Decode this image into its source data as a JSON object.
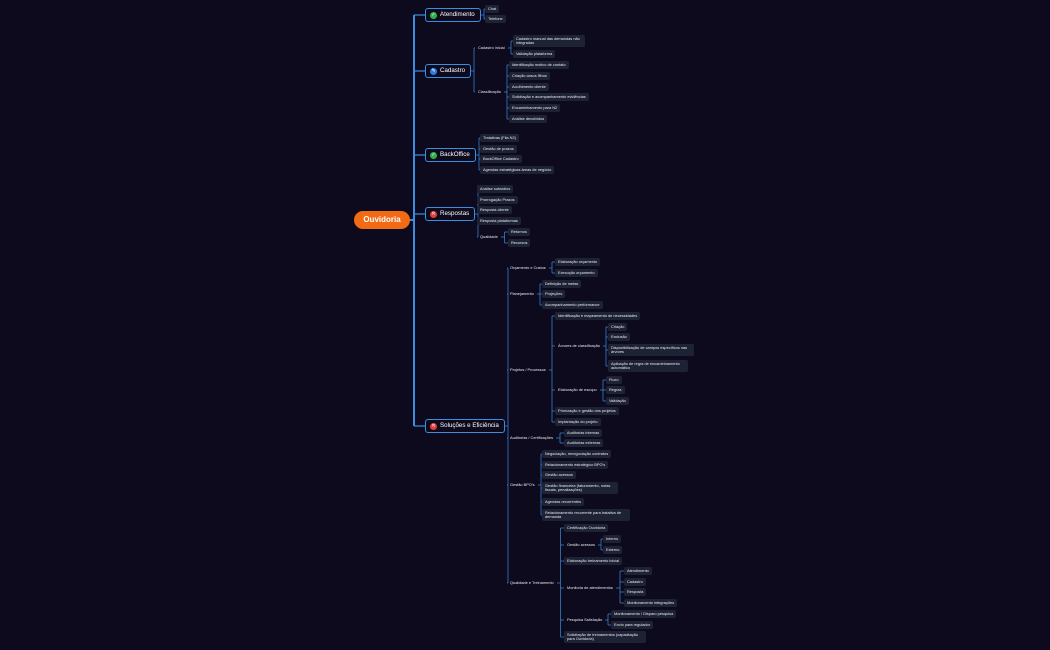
{
  "root": {
    "label": "Ouvidoria"
  },
  "colors": {
    "background": "#0d0a1e",
    "root": "#f26a14",
    "line": "#3a8ee0",
    "node": "#1e2235",
    "check": "#2fb24c",
    "edit": "#2f7de0",
    "cancel": "#e0403a"
  },
  "branches": {
    "atendimento": {
      "label": "Atendimento",
      "icon": "check-icon",
      "items": [
        "Chat",
        "Telefone"
      ]
    },
    "cadastro": {
      "label": "Cadastro",
      "icon": "pencil-icon",
      "cadastro_inicial": {
        "label": "Cadastro inicial",
        "items": [
          "Cadastro manual das demandas não integradas",
          "Validação plataforma"
        ]
      },
      "classificacao": {
        "label": "Classificação",
        "items": [
          "Identificação motivo de contato",
          "Criação casos filhos",
          "Acolhimento cliente",
          "Solicitação e acompanhamento evidências",
          "Encaminhamento para N2",
          "Análise devolvidos"
        ]
      }
    },
    "backoffice": {
      "label": "BackOffice",
      "icon": "check-icon",
      "items": [
        "Tratativas (Fila N2)",
        "Gestão de prazos",
        "BackOffice Cadastro",
        "Agendas estratégicas áreas de negócio"
      ]
    },
    "respostas": {
      "label": "Respostas",
      "icon": "cancel-icon",
      "items": [
        "Análise subsídios",
        "Prorrogação Prazos",
        "Resposta cliente",
        "Resposta plataformas"
      ],
      "qualidade": {
        "label": "Qualidade",
        "items": [
          "Retornos",
          "Recursos"
        ]
      }
    },
    "solucoes": {
      "label": "Soluções e Eficiência",
      "icon": "cancel-icon",
      "orcamento": {
        "label": "Orçamento e Custos",
        "items": [
          "Elaboração orçamento",
          "Execução orçamento"
        ]
      },
      "planejamento": {
        "label": "Planejamento",
        "items": [
          "Definição de metas",
          "Projeções",
          "Acompanhamento performance"
        ]
      },
      "projetos": {
        "label": "Projetos / Processos",
        "identificacao": "Identificação e mapeamento de necessidades",
        "arvores": {
          "label": "Árvores de classificação",
          "items": [
            "Criação",
            "Exclusão",
            "Disponibilização de campos específicos nas árvores",
            "Aplicação de regra de encaminhamento automático"
          ]
        },
        "escopo": {
          "label": "Elaboração de escopo",
          "items": [
            "Fluxo",
            "Regras",
            "Validação"
          ]
        },
        "priorizacao": "Priorização e gestão dos projetos",
        "implementacao": "Implantação do projeto"
      },
      "auditorias": {
        "label": "Auditorias / Certificações",
        "items": [
          "Auditorias internas",
          "Auditorias externas"
        ]
      },
      "gestao_bpo": {
        "label": "Gestão BPO's",
        "items": [
          "Negociação, renegociação contratos",
          "Relacionamento estratégico BPO's",
          "Gestão acessos",
          "Gestão financeira (faturamento, notas fiscais, penalizações)",
          "Agendas recorrentes",
          "Relacionamento recorrente para tratativa de demanda"
        ]
      },
      "qualidade_treinamento": {
        "label": "Qualidade e Treinamento",
        "certificacao": "Certificação Ouvidoria",
        "gestao_acessos": {
          "label": "Gestão acessos",
          "items": [
            "Interno",
            "Externo"
          ]
        },
        "elaboracao_treinamento": "Elaboração treinamento inicial",
        "monitoria": {
          "label": "Monitoria de atendimentos",
          "items": [
            "Atendimento",
            "Cadastro",
            "Resposta",
            "Monitoramento integrações"
          ]
        },
        "pesquisa": {
          "label": "Pesquisa Satisfação",
          "items": [
            "Monitoramento / Disparo pesquisa",
            "Envio para regulador"
          ]
        },
        "solicitacao": "Solicitação de treinamentos (capacitação para Ouvidoria)"
      }
    }
  }
}
